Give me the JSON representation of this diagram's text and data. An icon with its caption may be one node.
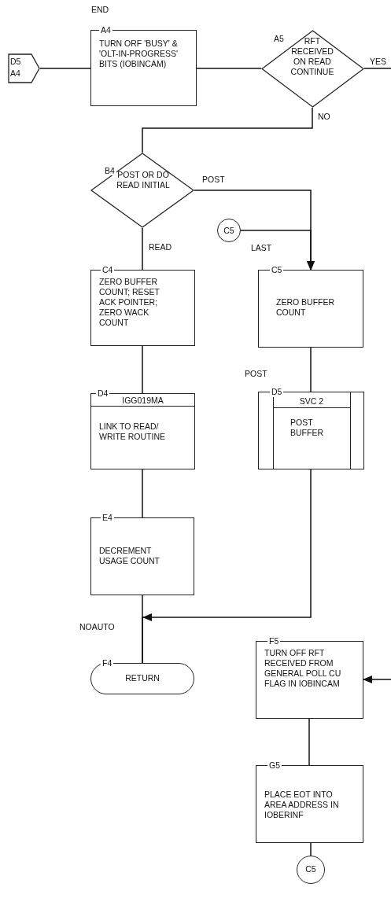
{
  "diagram": {
    "nodes": [
      {
        "text": [
          "D5",
          "A4"
        ]
      },
      {
        "text": [
          "A4",
          "TURN ORF 'BUSY' & 'OLT-IN-PROGRESS' BITS (IOBINCAM)"
        ],
        "beside": [
          "END"
        ]
      },
      {
        "text": [
          "A5",
          "RFT RECEIVED ON READ CONTINUE"
        ]
      },
      {
        "text": [
          "B4",
          "POST OR DO READ INITIAL"
        ]
      },
      {
        "text": [
          "C5"
        ]
      },
      {
        "text": [
          "C4",
          "ZERO BUFFER COUNT; RESET ACK POINTER; ZERO WACK COUNT"
        ]
      },
      {
        "text": [
          "C5",
          "ZERO BUFFER COUNT"
        ]
      },
      {
        "text": [
          "D4",
          "IGG019MA",
          "LINK TO READ/ WRITE ROUTINE"
        ]
      },
      {
        "text": [
          "D5",
          "SVC 2",
          "POST BUFFER"
        ],
        "beside": [
          "POST"
        ]
      },
      {
        "text": [
          "E4",
          "DECREMENT USAGE COUNT"
        ]
      },
      {
        "text": [
          "F4",
          "RETURN"
        ],
        "beside": [
          "NOAUTO"
        ]
      },
      {
        "text": [
          "F5",
          "TURN OFF RFT RECEIVED FROM GENERAL POLL CU FLAG IN IOBINCAM"
        ]
      },
      {
        "text": [
          "G5",
          "PLACE EOT INTO AREA ADDRESS IN IOBERINF"
        ]
      },
      {
        "text": [
          "C5"
        ]
      }
    ],
    "edges": [
      {
        "from": 0,
        "to": 1,
        "arrow": "none"
      },
      {
        "from": 1,
        "to": 2,
        "arrow": "none"
      },
      {
        "from": 2,
        "to": null,
        "arrow": "none",
        "label": "YES"
      },
      {
        "from": 2,
        "to": 3,
        "arrow": "none",
        "label": "NO"
      },
      {
        "from": 3,
        "to": 6,
        "arrow": "to",
        "label": "POST"
      },
      {
        "from": 4,
        "to": 6,
        "arrow": "to",
        "label": "LAST"
      },
      {
        "from": 3,
        "to": 5,
        "arrow": "none",
        "label": "READ"
      },
      {
        "from": 5,
        "to": 7,
        "arrow": "none"
      },
      {
        "from": 6,
        "to": 8,
        "arrow": "none"
      },
      {
        "from": 7,
        "to": 9,
        "arrow": "none"
      },
      {
        "from": 8,
        "to": 10,
        "arrow": "to"
      },
      {
        "from": 9,
        "to": 10,
        "arrow": "none"
      },
      {
        "from": null,
        "to": 11,
        "arrow": "to"
      },
      {
        "from": 11,
        "to": 12,
        "arrow": "none"
      },
      {
        "from": 12,
        "to": 13,
        "arrow": "none"
      }
    ]
  }
}
